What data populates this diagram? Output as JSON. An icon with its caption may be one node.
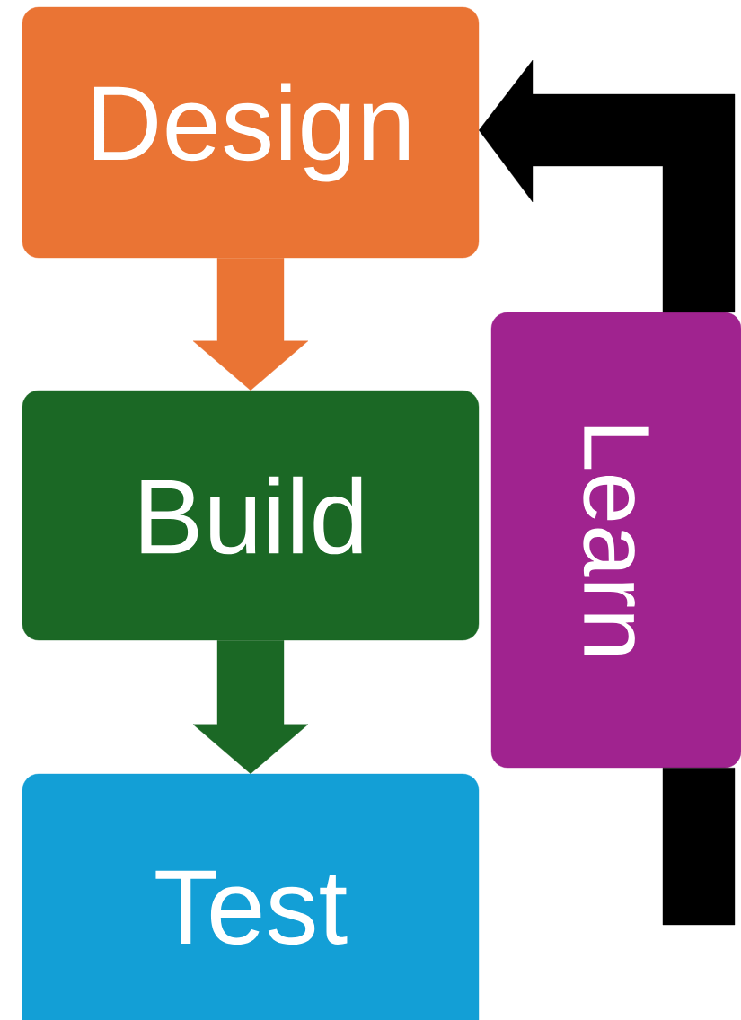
{
  "diagram": {
    "nodes": [
      {
        "text": [
          "Design"
        ]
      },
      {
        "text": [
          "Build"
        ]
      },
      {
        "text": [
          "Test"
        ]
      },
      {
        "text": [
          "Learn"
        ]
      }
    ],
    "edges": [
      {
        "from": 0,
        "to": 1,
        "arrow": "to",
        "color": "#ea7434"
      },
      {
        "from": 1,
        "to": 2,
        "arrow": "to",
        "color": "#1b6825"
      },
      {
        "from": null,
        "to": 3,
        "arrow": "none"
      },
      {
        "from": 3,
        "to": 0,
        "arrow": "to"
      }
    ]
  }
}
